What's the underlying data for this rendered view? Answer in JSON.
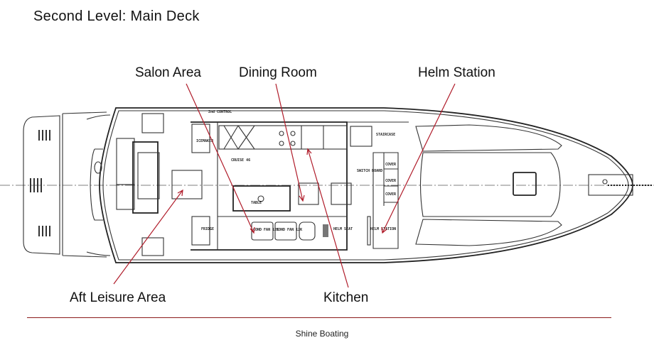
{
  "title": "Second Level: Main Deck",
  "callouts": {
    "salon": "Salon Area",
    "dining": "Dining Room",
    "helm": "Helm Station",
    "aft": "Aft Leisure Area",
    "kitchen": "Kitchen"
  },
  "drawing_labels": {
    "second_control": "2nd CONTROL",
    "icemaker": "ICEMAKER",
    "cruise": "CRUISE 46",
    "staircase": "STAIRCASE",
    "switch_board": "SWITCH BOARD",
    "cover1": "COVER",
    "cover2": "COVER",
    "cover3": "COVER",
    "table": "TABLE",
    "fridge": "FRIDGE",
    "cond_fan1": "COND FAN 12K",
    "cond_fan2": "COND FAN 12K",
    "helm_seat": "HELM SEAT",
    "helm_station": "HELM STATION"
  },
  "colors": {
    "callout_line": "#b01c2a",
    "footer_rule": "#8b1a1a"
  },
  "footer": "Shine Boating"
}
